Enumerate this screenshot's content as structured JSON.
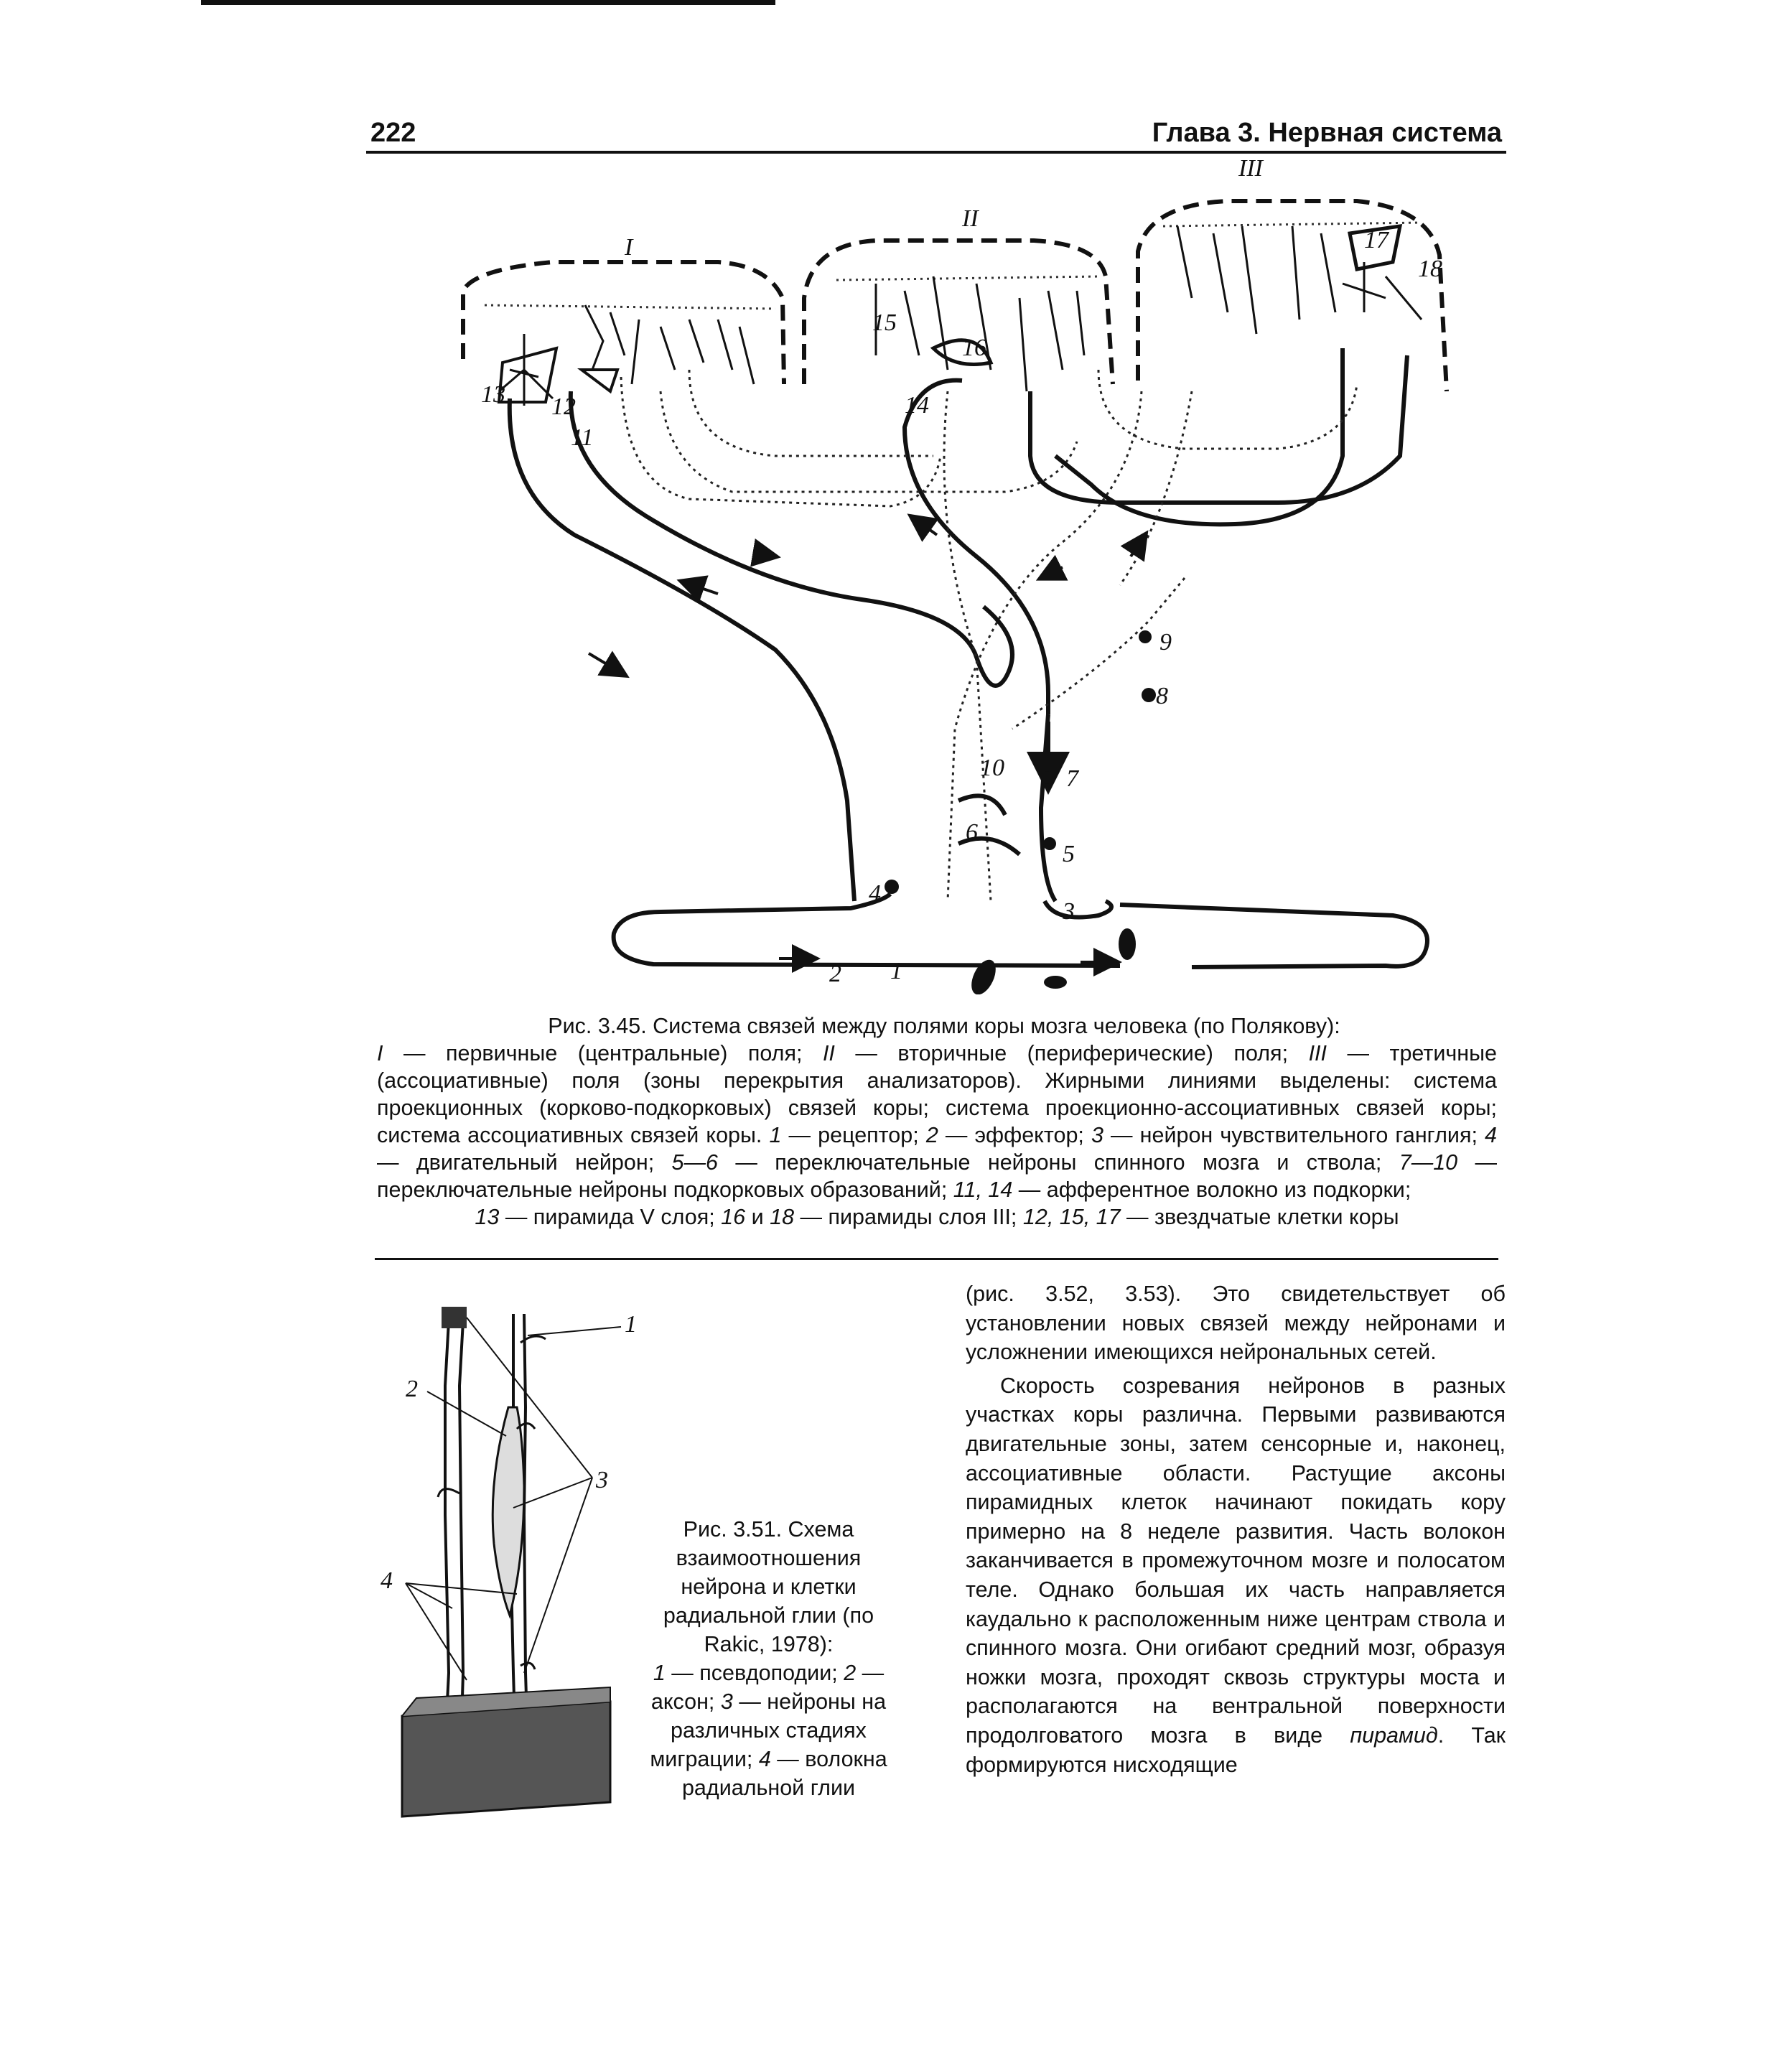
{
  "header": {
    "page_number": "222",
    "running_head": "Глава 3. Нервная система"
  },
  "figure_345": {
    "field_labels": {
      "field_I": "I",
      "field_II": "II",
      "field_III": "III"
    },
    "numbers": {
      "n1": "1",
      "n2": "2",
      "n3": "3",
      "n4": "4",
      "n5": "5",
      "n6": "6",
      "n7": "7",
      "n8": "8",
      "n9": "9",
      "n10": "10",
      "n11": "11",
      "n12": "12",
      "n13": "13",
      "n14": "14",
      "n15": "15",
      "n16": "16",
      "n17": "17",
      "n18": "18"
    },
    "caption": {
      "title": "Рис. 3.45. Система связей между полями коры мозга человека (по Полякову):",
      "line1_a": "I",
      "line1_b": " — первичные (центральные) поля; ",
      "line1_c": "II",
      "line1_d": " — вторичные (периферические) поля; ",
      "line1_e": "III",
      "line1_f": " — третичные (ассоциативные) поля (зоны перекрытия анализаторов). Жирными линиями выделены: система проекционных (корково-подкорковых) связей коры; система проекционно-ассоциативных связей коры; система ассоциативных связей коры. ",
      "r1": "1",
      "r1_text": " — рецептор; ",
      "r2": "2",
      "r2_text": " — эффектор; ",
      "r3": "3",
      "r3_text": " — нейрон чувствительного ганглия; ",
      "r4": "4",
      "r4_text": " — двигательный нейрон; ",
      "r56": "5—6",
      "r56_text": " — переключательные нейроны спинного мозга и ствола; ",
      "r710": "7—10",
      "r710_text": " — переключательные нейроны подкорковых образований; ",
      "r1114": "11, 14",
      "r1114_text": " — афферентное волокно из подкорки;",
      "r13": "13",
      "r13_text": " — пирамида V слоя; ",
      "r16": "16",
      "r16_and": " и ",
      "r18": "18",
      "r18_text": " — пирамиды слоя III; ",
      "r121517": "12, 15, 17",
      "r121517_text": " — звездчатые клетки коры"
    }
  },
  "figure_351": {
    "labels": {
      "l1": "1",
      "l2": "2",
      "l3": "3",
      "l4": "4"
    },
    "caption": {
      "title": "Рис. 3.51. Схема взаимоотношения нейрона и клетки радиальной глии (по Rakic, 1978):",
      "i1": "1",
      "t1": " — псевдоподии; ",
      "i2": "2",
      "t2": " — аксон; ",
      "i3": "3",
      "t3": " — нейроны на различных стадиях миграции; ",
      "i4": "4",
      "t4": " — волокна радиальной глии"
    }
  },
  "body_text": {
    "p1": "(рис. 3.52, 3.53). Это свидетельствует об установлении новых связей между нейронами и усложнении имеющихся нейрональных сетей.",
    "p2_before": "Скорость созревания нейронов в разных участках коры различна. Первыми развиваются двигательные зоны, затем сенсорные и, наконец, ассоциативные области. Растущие аксоны пирамидных клеток начинают покидать кору примерно на 8 неделе развития. Часть волокон заканчивается в промежуточном мозге и полосатом теле. Однако большая их часть направляется каудально к расположенным ниже центрам ствола и спинного мозга. Они огибают средний мозг, образуя ножки мозга, проходят сквозь структуры моста и располагаются на вентральной поверхности продолговатого мозга в виде ",
    "p2_em": "пирамид",
    "p2_after": ". Так формируются нисходящие"
  }
}
